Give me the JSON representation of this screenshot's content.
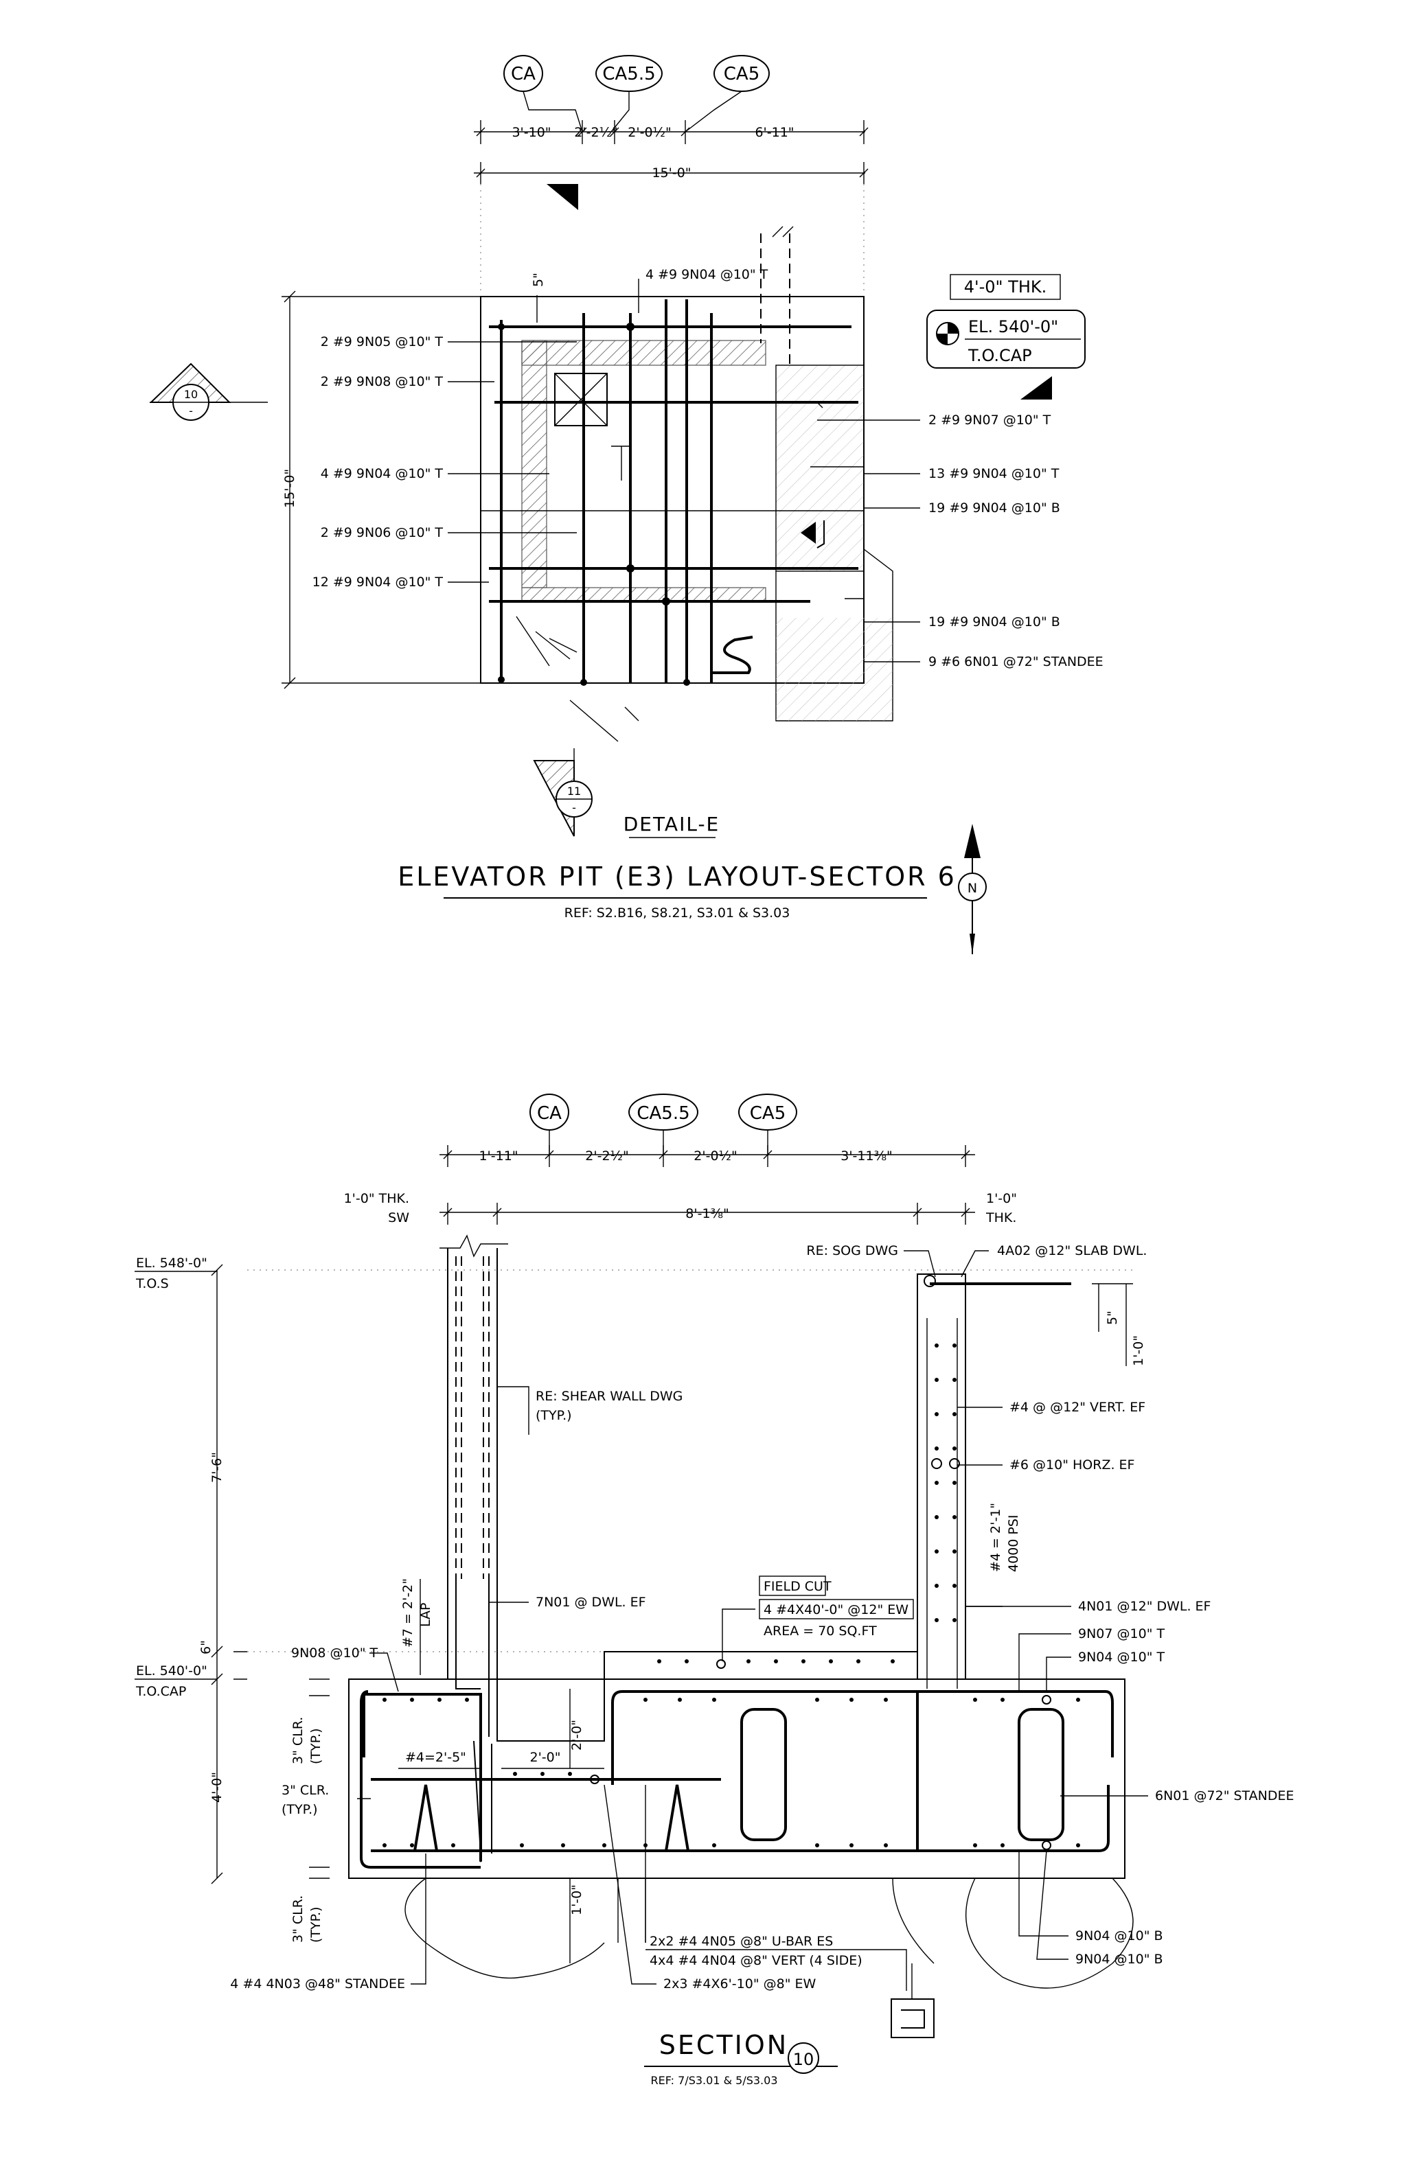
{
  "detail_e": {
    "grid_bubbles": [
      "CA",
      "CA5.5",
      "CA5"
    ],
    "dims_top": [
      "3'-10\"",
      "2'-2½\"",
      "2'-0½\"",
      "6'-11\""
    ],
    "dim_overall": "15'-0\"",
    "dim_height": "15'-0\"",
    "dim_small": "5\"",
    "thk_box": "4'-0\" THK.",
    "elevation": "EL. 540'-0\"",
    "elevation_ref": "T.O.CAP",
    "rebar_top": "4 #9 9N04 @10\" T",
    "rebar_left": [
      "2 #9 9N05 @10\" T",
      "2 #9 9N08 @10\" T",
      "4 #9 9N04 @10\" T",
      "2 #9 9N06 @10\" T",
      "12 #9 9N04 @10\" T"
    ],
    "rebar_right": [
      "2 #9 9N07 @10\" T",
      "13 #9 9N04 @10\" T",
      "19 #9 9N04 @10\" B",
      "19 #9 9N04 @10\" B",
      "9 #6 6N01 @72\" STANDEE"
    ],
    "section_marker_left": {
      "number": "10",
      "sheet": "-"
    },
    "section_marker_bottom": {
      "number": "11",
      "sheet": "-"
    },
    "detail_label": "DETAIL-E",
    "title": "ELEVATOR PIT (E3) LAYOUT-SECTOR 6",
    "reference": "REF: S2.B16, S8.21, S3.01 & S3.03",
    "north_label": "N"
  },
  "section": {
    "grid_bubbles": [
      "CA",
      "CA5.5",
      "CA5"
    ],
    "dims_top": [
      "1'-11\"",
      "2'-2½\"",
      "2'-0½\"",
      "3'-11⅜\""
    ],
    "wall_left": [
      "1'-0\" THK.",
      "SW"
    ],
    "dim_clear": "8'-1⅜\"",
    "wall_right": [
      "1'-0\"",
      "THK."
    ],
    "el_top": "EL. 548'-0\"",
    "el_top_ref": "T.O.S",
    "re_sog": "RE: SOG DWG",
    "slab_dwl": "4A02 @12\" SLAB DWL.",
    "dim_5": "5\"",
    "dim_1_0": "1'-0\"",
    "re_shear": [
      "RE: SHEAR WALL DWG",
      "(TYP.)"
    ],
    "vert_ef": "#4 @ @12\" VERT. EF",
    "horz_ef": "#6 @10\" HORZ. EF",
    "lap_4": [
      "#4 = 2'-1\"",
      "4000 PSI"
    ],
    "dim_7_6": "7'-6\"",
    "dwl_7n01": "7N01 @ DWL. EF",
    "lap_7": [
      "#7 = 2'-2\"",
      "LAP"
    ],
    "field_cut_title": "FIELD CUT",
    "field_cut": [
      "4 #4X40'-0\" @12\" EW",
      "AREA = 70 SQ.FT"
    ],
    "dwl_4n01": "4N01 @12\" DWL. EF",
    "n07_t": "9N07 @10\" T",
    "n04_t": "9N04 @10\" T",
    "n08_t": "9N08 @10\" T",
    "dim_6": "6\"",
    "el_cap": "EL. 540'-0\"",
    "el_cap_ref": "T.O.CAP",
    "clr_3_a": [
      "3\" CLR.",
      "(TYP.)"
    ],
    "lap_4b": "#4=2'-5\"",
    "dim_2_0_h": "2'-0\"",
    "dim_2_0_v": "2'-0\"",
    "dim_4_0": "4'-0\"",
    "clr_3_b": [
      "3\" CLR.",
      "(TYP.)"
    ],
    "standee_6n01": "6N01 @72\" STANDEE",
    "clr_3_c": [
      "3\" CLR.",
      "(TYP.)"
    ],
    "dim_1_0_b": "1'-0\"",
    "ubar": [
      "2x2 #4 4N05 @8\" U-BAR ES",
      "4x4 #4 4N04 @8\" VERT (4 SIDE)"
    ],
    "bot_b1": "9N04 @10\" B",
    "bot_b2": "9N04 @10\" B",
    "standee_4n03": "4 #4 4N03 @48\" STANDEE",
    "ew_bar": "2x3 #4X6'-10\" @8\" EW",
    "title": "SECTION",
    "number": "10",
    "reference": "REF: 7/S3.01 & 5/S3.03"
  }
}
